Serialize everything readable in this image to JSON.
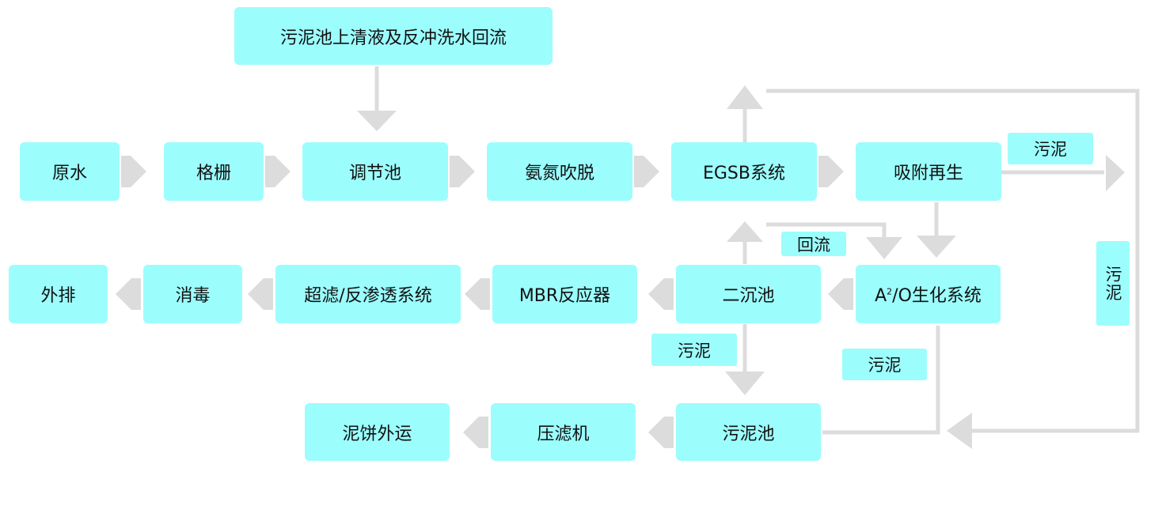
{
  "colors": {
    "box_fill": "#9cfdfd",
    "line": "#dcdcdc",
    "text": "#111111"
  },
  "nodes": {
    "return_flow": "污泥池上清液及反冲洗水回流",
    "raw_water": "原水",
    "grille": "格栅",
    "equalization": "调节池",
    "ammonia_stripping": "氨氮吹脱",
    "egsb": "EGSB系统",
    "adsorption": "吸附再生",
    "discharge": "外排",
    "disinfection": "消毒",
    "uf_ro": "超滤/反渗透系统",
    "mbr": "MBR反应器",
    "secondary_clarifier": "二沉池",
    "ao_prefix": "A",
    "ao_sup": "2",
    "ao_suffix": "/O生化系统",
    "cake_transport": "泥饼外运",
    "filter_press": "压滤机",
    "sludge_tank": "污泥池"
  },
  "labels": {
    "sludge_top": "污泥",
    "recirculation": "回流",
    "sludge_right": "污泥",
    "sludge_mid": "污泥",
    "sludge_ao": "污泥"
  }
}
